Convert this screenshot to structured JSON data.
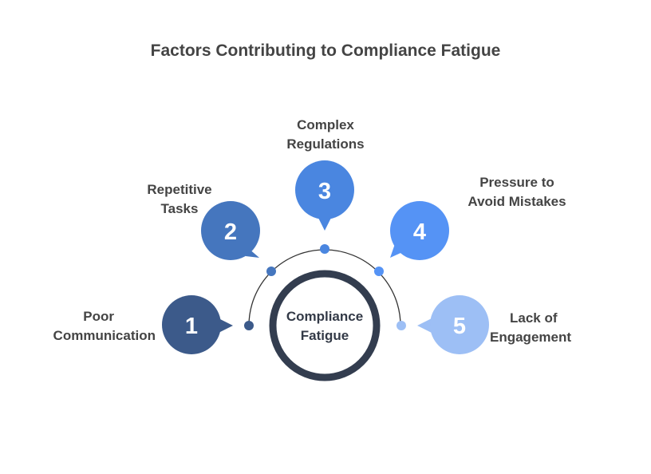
{
  "title": "Factors Contributing to Compliance Fatigue",
  "center": {
    "line1": "Compliance",
    "line2": "Fatigue"
  },
  "factors": [
    {
      "number": "1",
      "line1": "Poor",
      "line2": "Communication",
      "color": "#3c5a8a"
    },
    {
      "number": "2",
      "line1": "Repetitive",
      "line2": "Tasks",
      "color": "#4576be"
    },
    {
      "number": "3",
      "line1": "Complex",
      "line2": "Regulations",
      "color": "#4a86e0"
    },
    {
      "number": "4",
      "line1": "Pressure to",
      "line2": "Avoid Mistakes",
      "color": "#5593f5"
    },
    {
      "number": "5",
      "line1": "Lack of",
      "line2": "Engagement",
      "color": "#9dbff5"
    }
  ],
  "colors": {
    "ring": "#333d4f",
    "arc": "#333333",
    "text": "#444444"
  }
}
